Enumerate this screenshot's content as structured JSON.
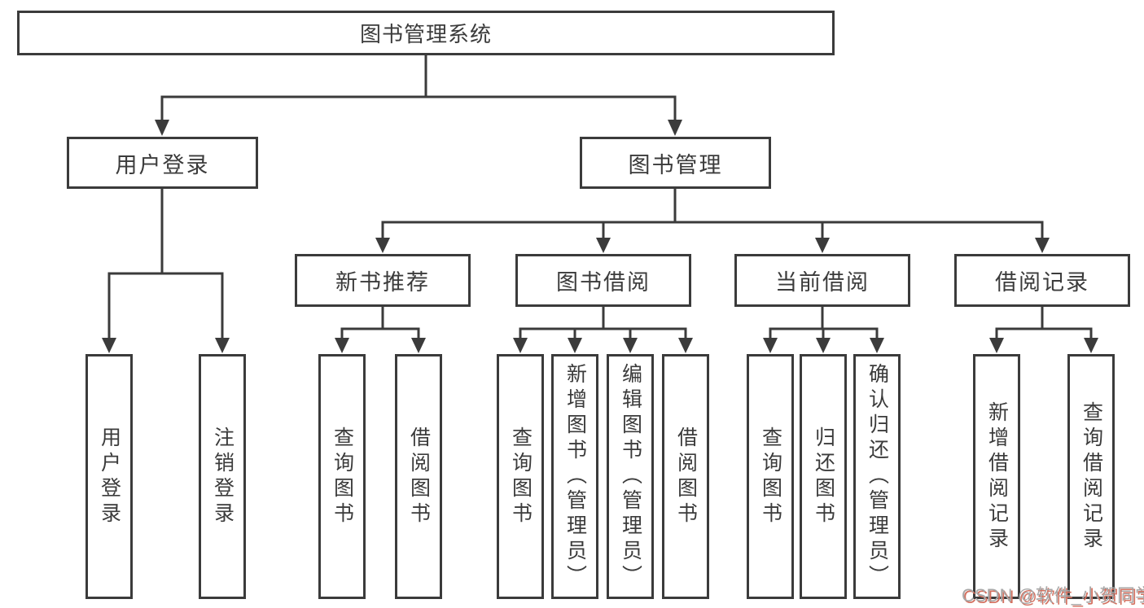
{
  "diagram": {
    "root": {
      "label": "图书管理系统"
    },
    "level2": {
      "user_login": {
        "label": "用户登录"
      },
      "book_management": {
        "label": "图书管理"
      }
    },
    "level3": {
      "new_book_recommend": {
        "label": "新书推荐"
      },
      "book_borrow": {
        "label": "图书借阅"
      },
      "current_borrow": {
        "label": "当前借阅"
      },
      "borrow_record": {
        "label": "借阅记录"
      }
    },
    "leaves": {
      "user_login": {
        "label": "用户登录"
      },
      "logout": {
        "label": "注销登录"
      },
      "nb_query_book": {
        "label": "查询图书"
      },
      "nb_borrow_book": {
        "label": "借阅图书"
      },
      "bb_query_book": {
        "label": "查询图书"
      },
      "bb_add_book_admin": {
        "label": "新增图书（管理员）"
      },
      "bb_edit_book_admin": {
        "label": "编辑图书（管理员）"
      },
      "bb_borrow_book": {
        "label": "借阅图书"
      },
      "cb_query_book": {
        "label": "查询图书"
      },
      "cb_return_book": {
        "label": "归还图书"
      },
      "cb_confirm_return_admin": {
        "label": "确认归还（管理员）"
      },
      "br_add_record": {
        "label": "新增借阅记录"
      },
      "br_query_record": {
        "label": "查询借阅记录"
      }
    }
  },
  "watermark": {
    "text": "CSDN @软件_小贺同学"
  },
  "colors": {
    "line": "#3b3b3b",
    "text": "#3b3b3b",
    "background": "#ffffff",
    "watermark_text": "#a8a8a8",
    "watermark_shadow": "#d3705f"
  }
}
